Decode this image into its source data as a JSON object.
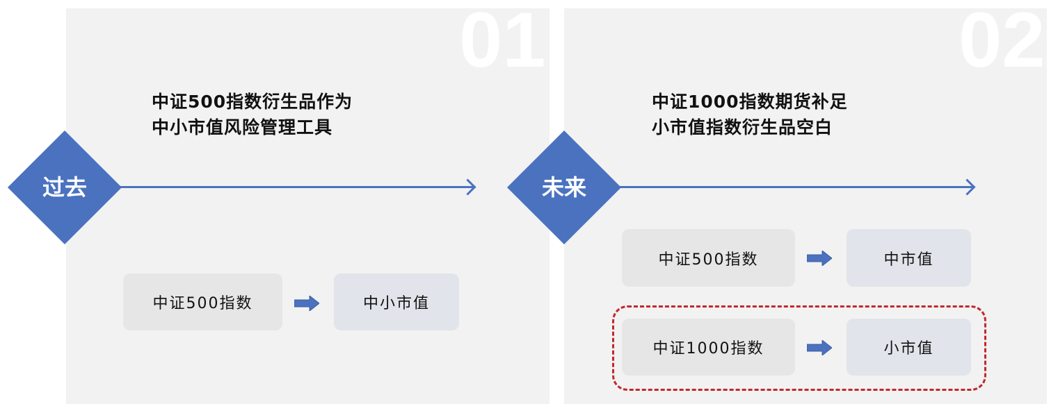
{
  "panels": [
    {
      "number": "01",
      "label": "过去",
      "title_lines": [
        "中证500指数衍生品作为",
        "中小市值风险管理工具"
      ],
      "rows": [
        {
          "index": "中证500指数",
          "segment": "中小市值"
        }
      ]
    },
    {
      "number": "02",
      "label": "未来",
      "title_lines": [
        "中证1000指数期货补足",
        "小市值指数衍生品空白"
      ],
      "rows": [
        {
          "index": "中证500指数",
          "segment": "中市值"
        },
        {
          "index": "中证1000指数",
          "segment": "小市值"
        }
      ]
    }
  ],
  "colors": {
    "accent": "#4a72bf",
    "highlight": "#c0282d",
    "panel": "#f2f2f2"
  }
}
